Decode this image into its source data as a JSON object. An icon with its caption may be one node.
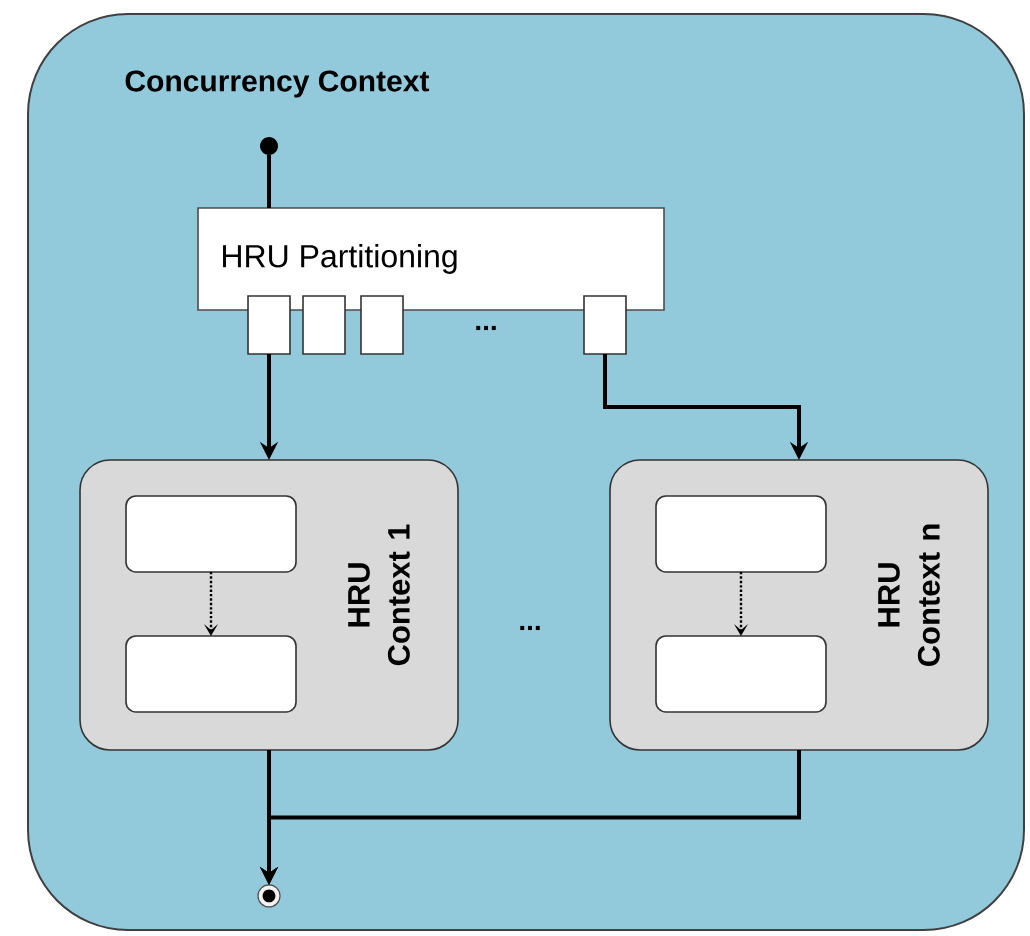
{
  "diagram": {
    "nodes": [
      {
        "text": [
          "Concurrency Context"
        ]
      },
      {
        "text": [],
        "shape": "circle",
        "in": 0
      },
      {
        "text": [
          "HRU Partitioning"
        ],
        "in": 0
      },
      {
        "text": [],
        "shape": "box",
        "in": 0
      },
      {
        "text": [],
        "shape": "box",
        "in": 0
      },
      {
        "text": [],
        "shape": "box",
        "in": 0
      },
      {
        "text": [],
        "shape": "box",
        "in": 0
      },
      {
        "text": [
          "HRU Context 1"
        ],
        "in": 0
      },
      {
        "text": [],
        "shape": "box",
        "in": 7
      },
      {
        "text": [],
        "shape": "box",
        "in": 7
      },
      {
        "text": [
          "HRU Context n"
        ],
        "in": 0
      },
      {
        "text": [],
        "shape": "box",
        "in": 10
      },
      {
        "text": [],
        "shape": "box",
        "in": 10
      },
      {
        "text": [],
        "shape": "circle",
        "in": 0
      }
    ],
    "edges": [
      {
        "from": 1,
        "to": 2,
        "arrow": "none"
      },
      {
        "from": 3,
        "to": 7,
        "arrow": "to"
      },
      {
        "from": 6,
        "to": 10,
        "arrow": "to"
      },
      {
        "from": 8,
        "to": 9,
        "arrow": "to",
        "style": "dashed"
      },
      {
        "from": 11,
        "to": 12,
        "arrow": "to",
        "style": "dashed"
      },
      {
        "from": 7,
        "to": 13,
        "arrow": "to"
      },
      {
        "from": 10,
        "to": 13,
        "arrow": "to"
      }
    ],
    "labels": [
      "...",
      "..."
    ]
  }
}
